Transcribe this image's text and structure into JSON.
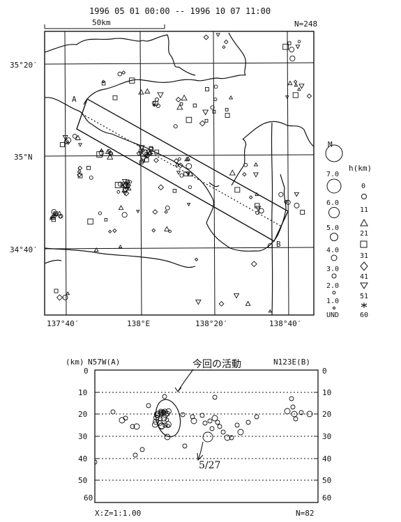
{
  "header": {
    "period": "1996 05 01 00:00 -- 1996 10 07 11:00",
    "scale_label": "50km",
    "count": "N=248"
  },
  "map": {
    "lat_labels": [
      "35°20′",
      "35°N",
      "34°40′"
    ],
    "lon_labels": [
      "137°40′",
      "138°E",
      "138°20′",
      "138°40′"
    ],
    "section_labels": [
      "A",
      "B"
    ]
  },
  "legend": {
    "magnitude_title": "M",
    "magnitudes": [
      "7.0",
      "6.0",
      "5.0",
      "4.0",
      "3.0",
      "2.0",
      "1.0",
      "UND"
    ],
    "depth_title": "h(km)",
    "depths": [
      "0",
      "11",
      "21",
      "31",
      "41",
      "51",
      "60"
    ],
    "depth_symbols": [
      "circle",
      "triangle",
      "square",
      "diamond",
      "inverted-triangle",
      "asterisk"
    ]
  },
  "cross_section": {
    "unit_label": "(km)",
    "left_label": "N57W(A)",
    "right_label": "N123E(B)",
    "depth_ticks": [
      "0",
      "10",
      "20",
      "30",
      "40",
      "50",
      "60"
    ],
    "annotation_activity": "今回の活動",
    "annotation_date": "5/27",
    "scale_ratio": "X:Z=1:1.00",
    "count": "N=82"
  }
}
